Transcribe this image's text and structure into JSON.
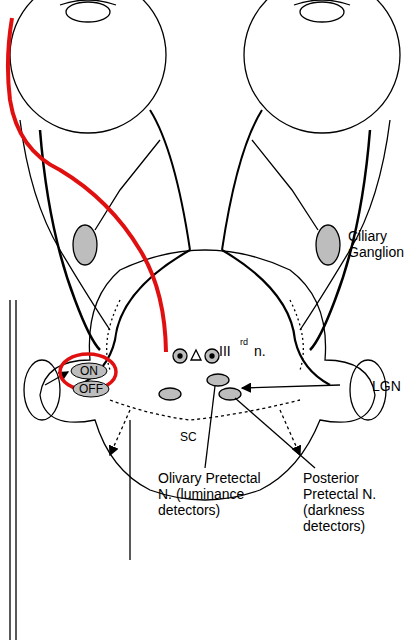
{
  "diagram": {
    "nodes": [
      {
        "text": [
          "ON"
        ]
      },
      {
        "text": [
          "OFF"
        ]
      }
    ],
    "labels": [
      "Ciliary Ganglion",
      "III",
      "rd",
      "n.",
      "LGN",
      "SC",
      "Olivary Pretectal N. (luminance detectors)",
      "Posterior Pretectal N. (darkness detectors)"
    ]
  }
}
